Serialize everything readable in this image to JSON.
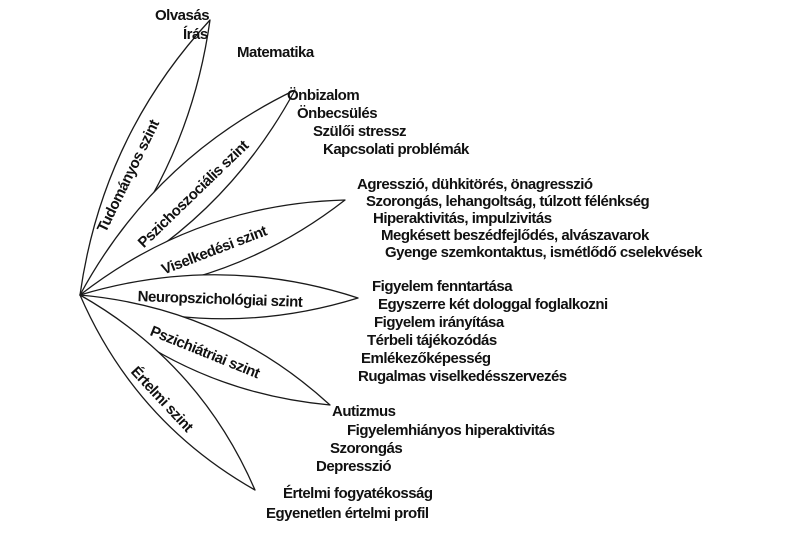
{
  "diagram": {
    "colors": {
      "ink": "#1a1a1a",
      "background": "#ffffff"
    },
    "branches": [
      {
        "label": "Tudományos szint",
        "items": [
          "Olvasás",
          "Írás",
          "Matematika"
        ]
      },
      {
        "label": "Pszichoszociális szint",
        "items": [
          "Önbizalom",
          "Önbecsülés",
          "Szülői stressz",
          "Kapcsolati problémák"
        ]
      },
      {
        "label": "Viselkedési szint",
        "items": [
          "Agresszió, dühkitörés, önagresszió",
          "Szorongás, lehangoltság, túlzott félénkség",
          "Hiperaktivitás, impulzivitás",
          "Megkésett beszédfejlődés, alvászavarok",
          "Gyenge szemkontaktus, ismétlődő cselekvések"
        ]
      },
      {
        "label": "Neuropszichológiai szint",
        "items": [
          "Figyelem fenntartása",
          "Egyszerre két dologgal foglalkozni",
          "Figyelem irányítása",
          "Térbeli tájékozódás",
          "Emlékezőképesség",
          "Rugalmas viselkedésszervezés"
        ]
      },
      {
        "label": "Pszichiátriai szint",
        "items": [
          "Autizmus",
          "Figyelemhiányos hiperaktivitás",
          "Szorongás",
          "Depresszió"
        ]
      },
      {
        "label": "Értelmi szint",
        "items": [
          "Értelmi fogyatékosság",
          "Egyenetlen értelmi profil"
        ]
      }
    ]
  }
}
